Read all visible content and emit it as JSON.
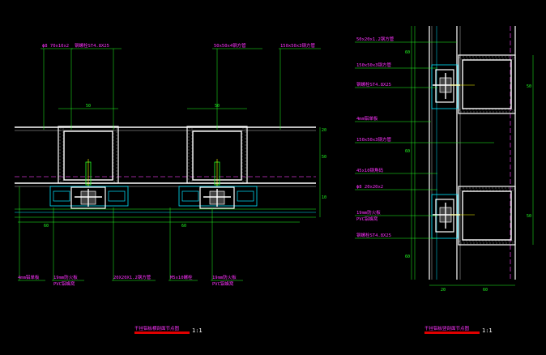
{
  "colors": {
    "background": "#000000",
    "profile": "#ffffff",
    "leader": "#22ff22",
    "label": "#ff33ff",
    "hidden_line": "#cc33cc",
    "accent": "#00e5ff",
    "title_bar": "#e00000"
  },
  "left_drawing": {
    "top_labels": [
      "ϕ8 70x10x2",
      "钢螺栓ST4.8X25",
      "50x50x4钢方管",
      "150x50x3钢方管"
    ],
    "bottom_labels": [
      "4mm铝单板",
      "19mm防火板",
      "PVC铝蜂窝",
      "20X20X1.2钢方管",
      "M5x10螺栓",
      "19mm防火板",
      "PVC铝蜂窝"
    ],
    "dims": {
      "top": [
        "50",
        "50"
      ],
      "side": [
        "20",
        "50",
        "10"
      ],
      "bottom": [
        "60",
        "60"
      ]
    },
    "title": "干挂铝板横剖面节点图",
    "scale": "1:1"
  },
  "right_drawing": {
    "labels": [
      "50x20x1.2钢方管",
      "150x50x3钢方管",
      "钢螺栓ST4.8X25",
      "4mm铝单板",
      "150x50x3钢方管",
      "45x10钢角码",
      "ϕ8 20x20x2",
      "19mm防火板",
      "PVC铝蜂窝",
      "钢螺栓ST4.8X25"
    ],
    "dims": {
      "left": [
        "60",
        "60",
        "60"
      ],
      "right": [
        "50",
        "50"
      ],
      "bottom": [
        "20",
        "60"
      ]
    },
    "title": "干挂铝板竖剖面节点图",
    "scale": "1:1"
  }
}
